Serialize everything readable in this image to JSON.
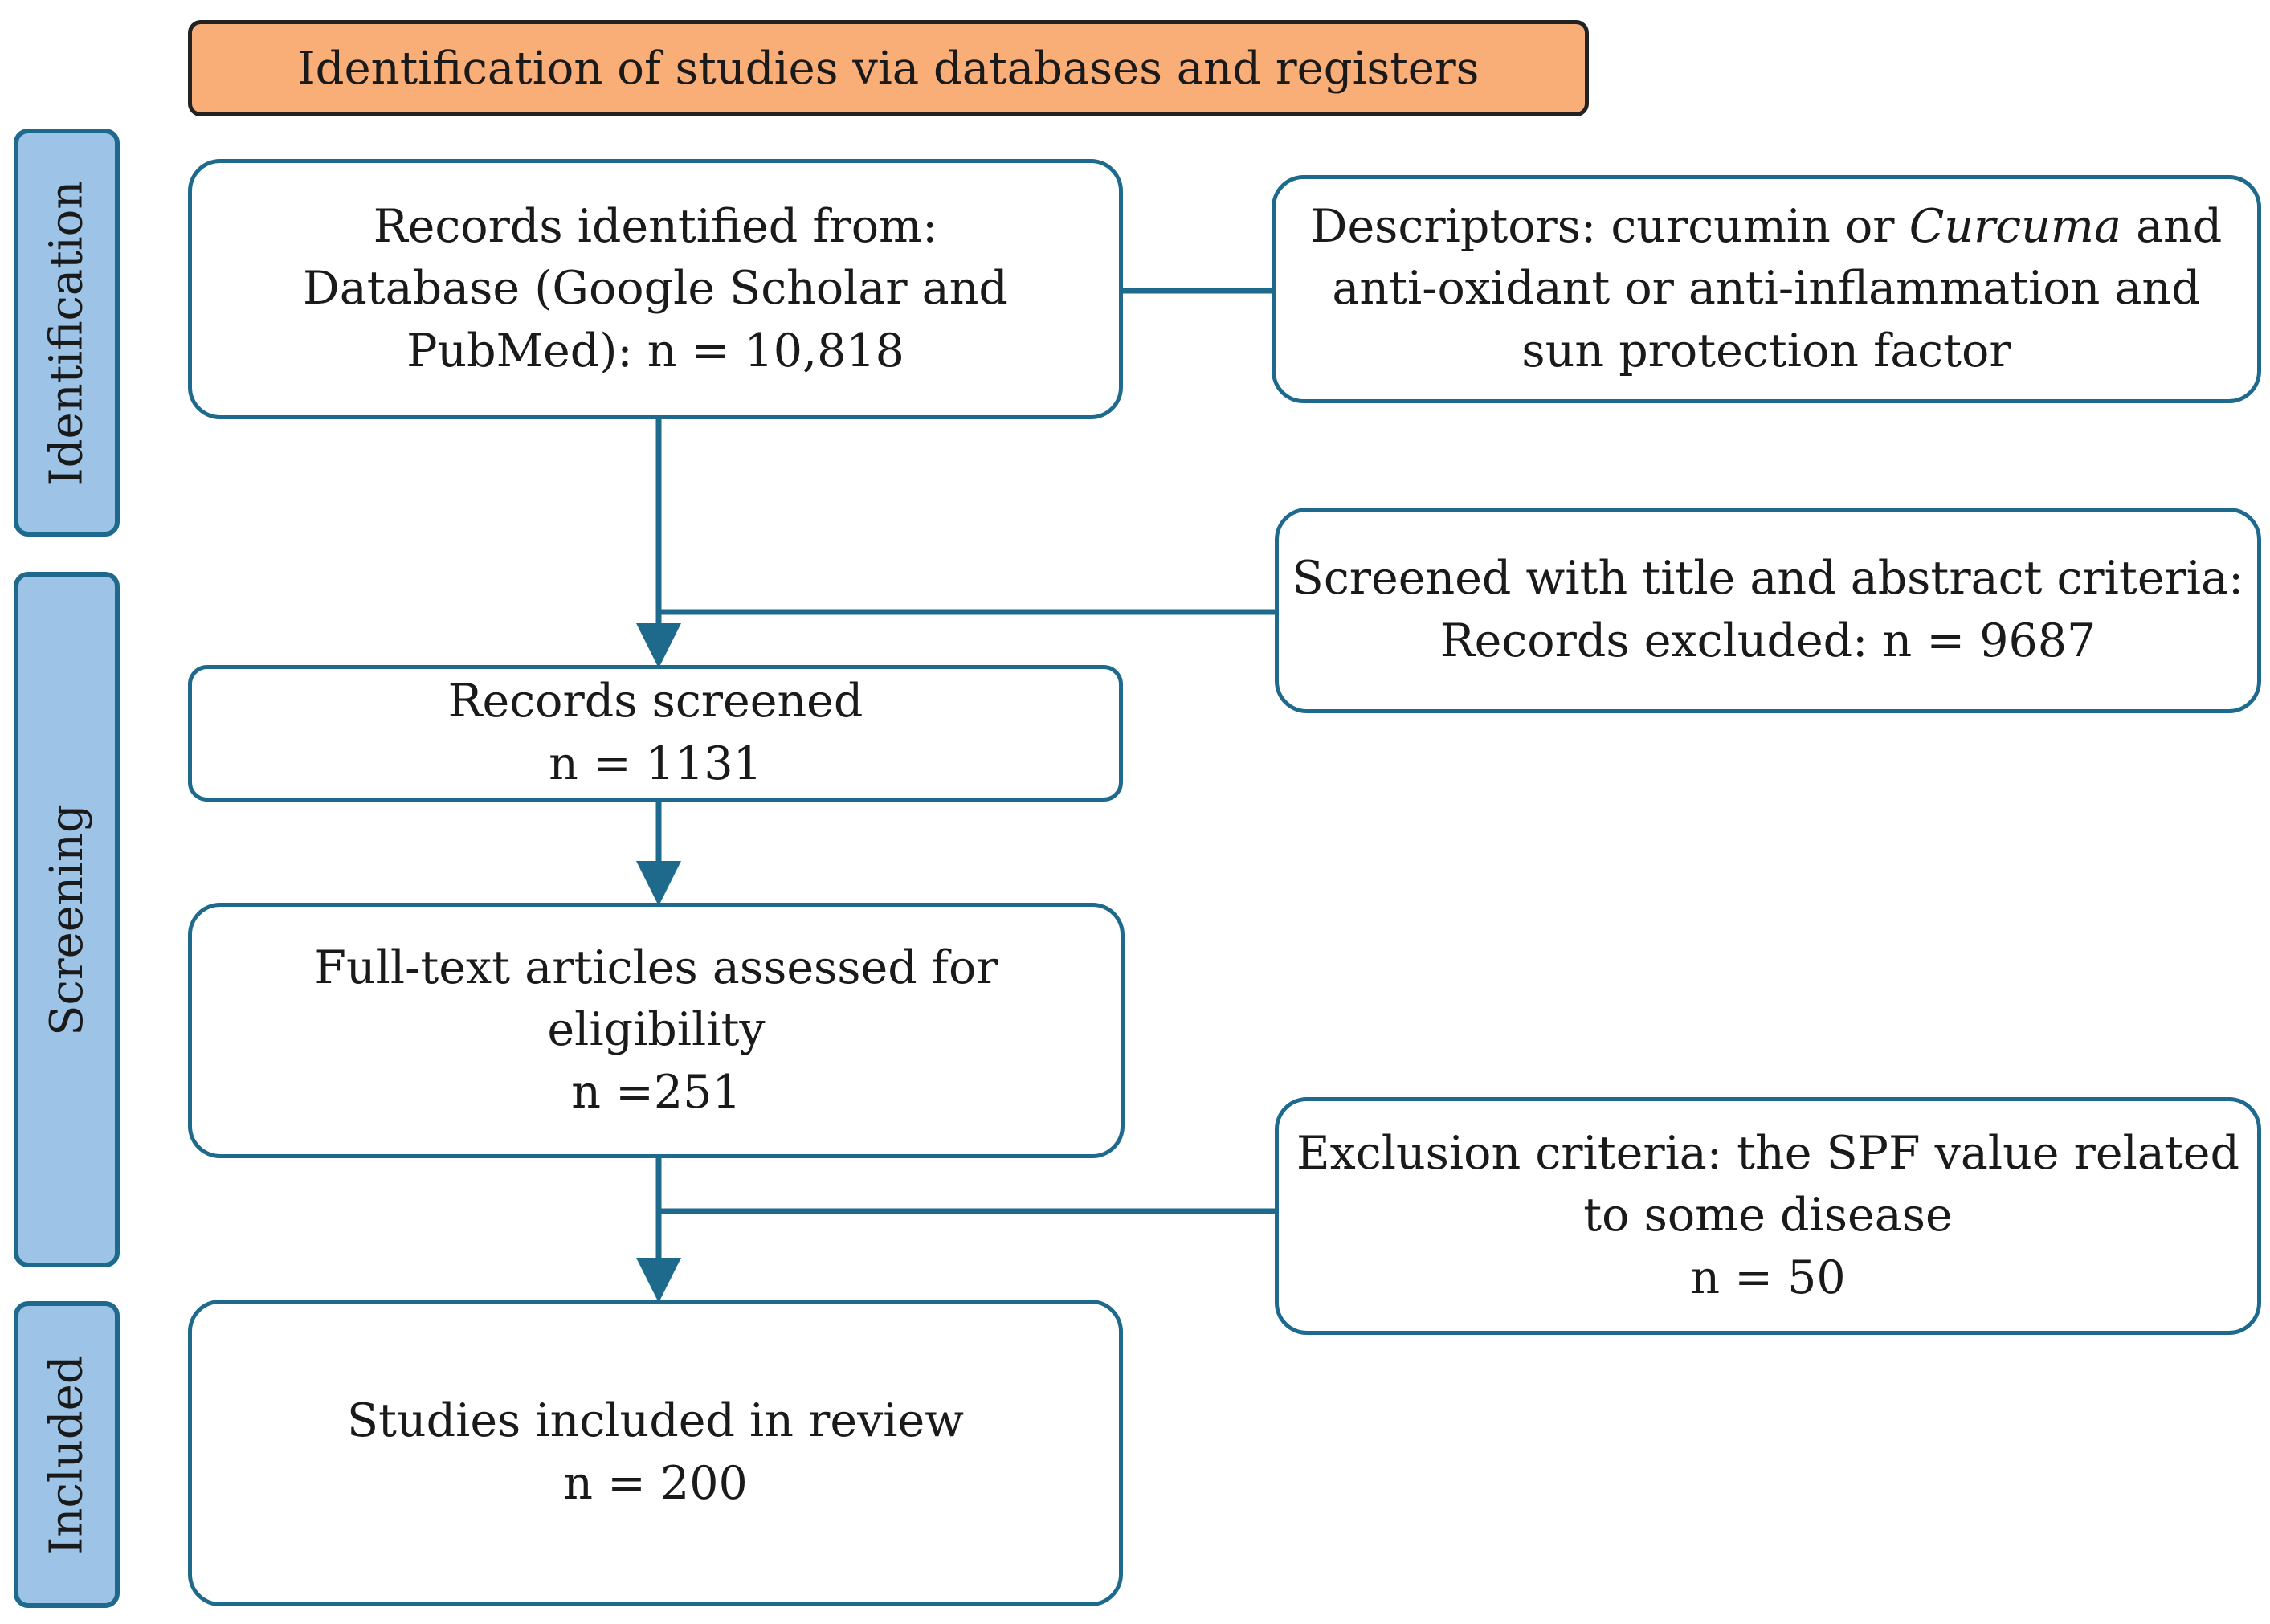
{
  "colors": {
    "header_fill": "#f9ae78",
    "header_border": "#222222",
    "stage_fill": "#9dc3e6",
    "box_border": "#1e6a8d",
    "arrow": "#1e6a8d"
  },
  "header": {
    "title": "Identification of studies via databases and registers"
  },
  "stages": {
    "identification": "Identification",
    "screening": "Screening",
    "included": "Included"
  },
  "boxes": {
    "records_identified": {
      "line1": "Records identified from:",
      "line2": "Database (Google Scholar and",
      "line3": "PubMed): n = 10,818"
    },
    "descriptors": {
      "line1_prefix": "Descriptors: curcumin or",
      "line1_italic": "Curcuma",
      "line1_suffix": "and",
      "line2": "anti-oxidant or anti-inflammation and",
      "line3": "sun protection factor"
    },
    "title_abstract_screen": {
      "line1": "Screened with title and abstract criteria:",
      "line2": "Records excluded: n = 9687"
    },
    "records_screened": {
      "line1": "Records screened",
      "line2": "n = 1131"
    },
    "full_text": {
      "line1": "Full-text articles assessed for",
      "line2": "eligibility",
      "line3": "n =251"
    },
    "exclusion": {
      "line1": "Exclusion criteria: the SPF value related",
      "line2": "to some disease",
      "line3": "n = 50"
    },
    "included": {
      "line1": "Studies included in review",
      "line2": "n = 200"
    }
  }
}
